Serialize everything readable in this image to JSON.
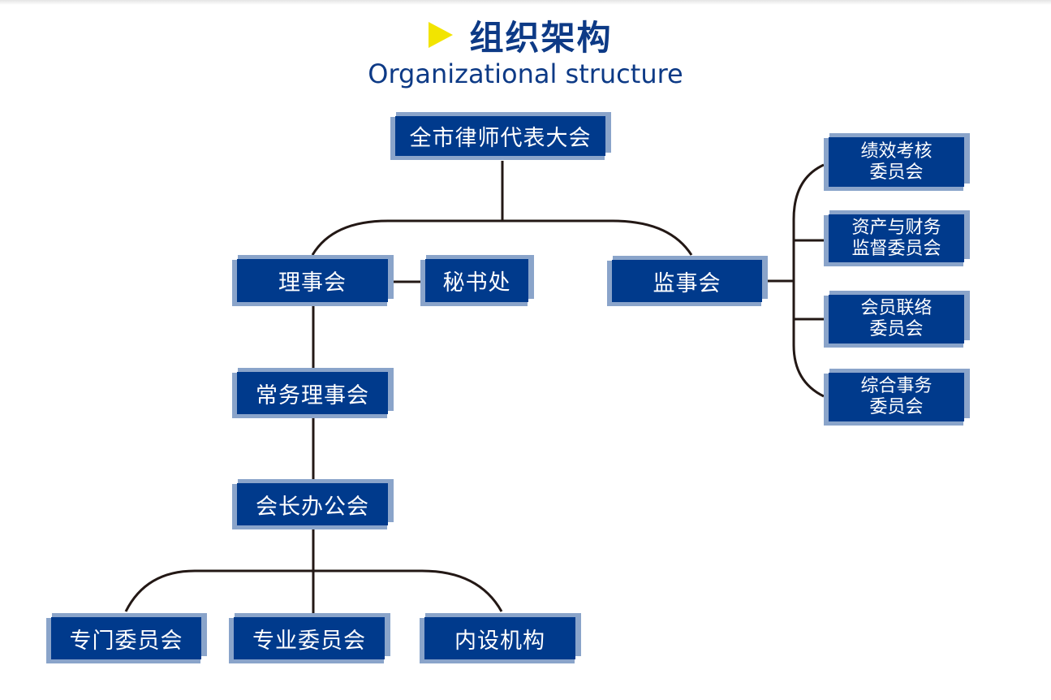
{
  "header": {
    "title": "组织架构",
    "subtitle": "Organizational structure",
    "arrow_icon": "yellow-triangle-right"
  },
  "colors": {
    "box_fill": "#003a8c",
    "box_frame": "#8aa4ca",
    "connector": "#231815",
    "title": "#0d3a86",
    "arrow": "#f2e400"
  },
  "nodes": {
    "congress": "全市律师代表大会",
    "council": "理事会",
    "secretariat": "秘书处",
    "supervisory_board": "监事会",
    "standing_council": "常务理事会",
    "president_office_meeting": "会长办公会",
    "special_committees": "专门委员会",
    "professional_committees": "专业委员会",
    "internal_departments": "内设机构",
    "performance_committee": "绩效考核\n委员会",
    "asset_finance_committee": "资产与财务\n监督委员会",
    "member_liaison_committee": "会员联络\n委员会",
    "general_affairs_committee": "综合事务\n委员会"
  }
}
